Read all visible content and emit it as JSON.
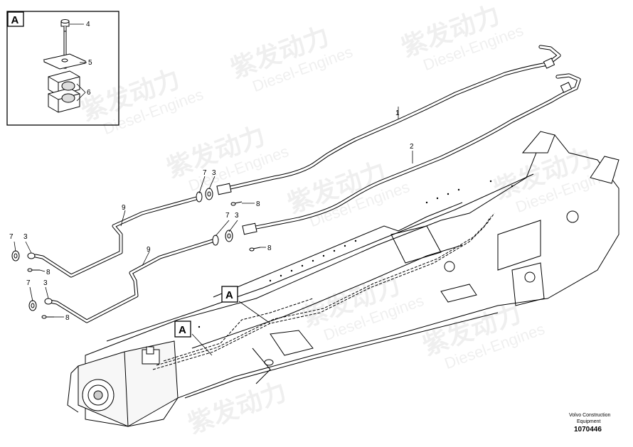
{
  "detail_box_letter": "A",
  "callouts": {
    "ref_a_1": "A",
    "ref_a_2": "A",
    "pipe_1": "1",
    "pipe_2": "2",
    "bolt": "4",
    "clamp_plate": "5",
    "clamp_halves": "6",
    "seal_a": "7",
    "nut_a": "3",
    "screw_a": "8",
    "seal_b": "7",
    "nut_b": "3",
    "screw_b": "8",
    "seal_c": "7",
    "nut_c": "3",
    "screw_c": "8",
    "seal_d": "7",
    "nut_d": "3",
    "screw_d": "8",
    "hose_upper": "9",
    "hose_lower": "9"
  },
  "watermark": {
    "brand_cn": "紫发动力",
    "brand_en": "Diesel-Engines"
  },
  "footer": {
    "company_line1": "Volvo Construction",
    "company_line2": "Equipment",
    "drawing_number": "1070446"
  }
}
